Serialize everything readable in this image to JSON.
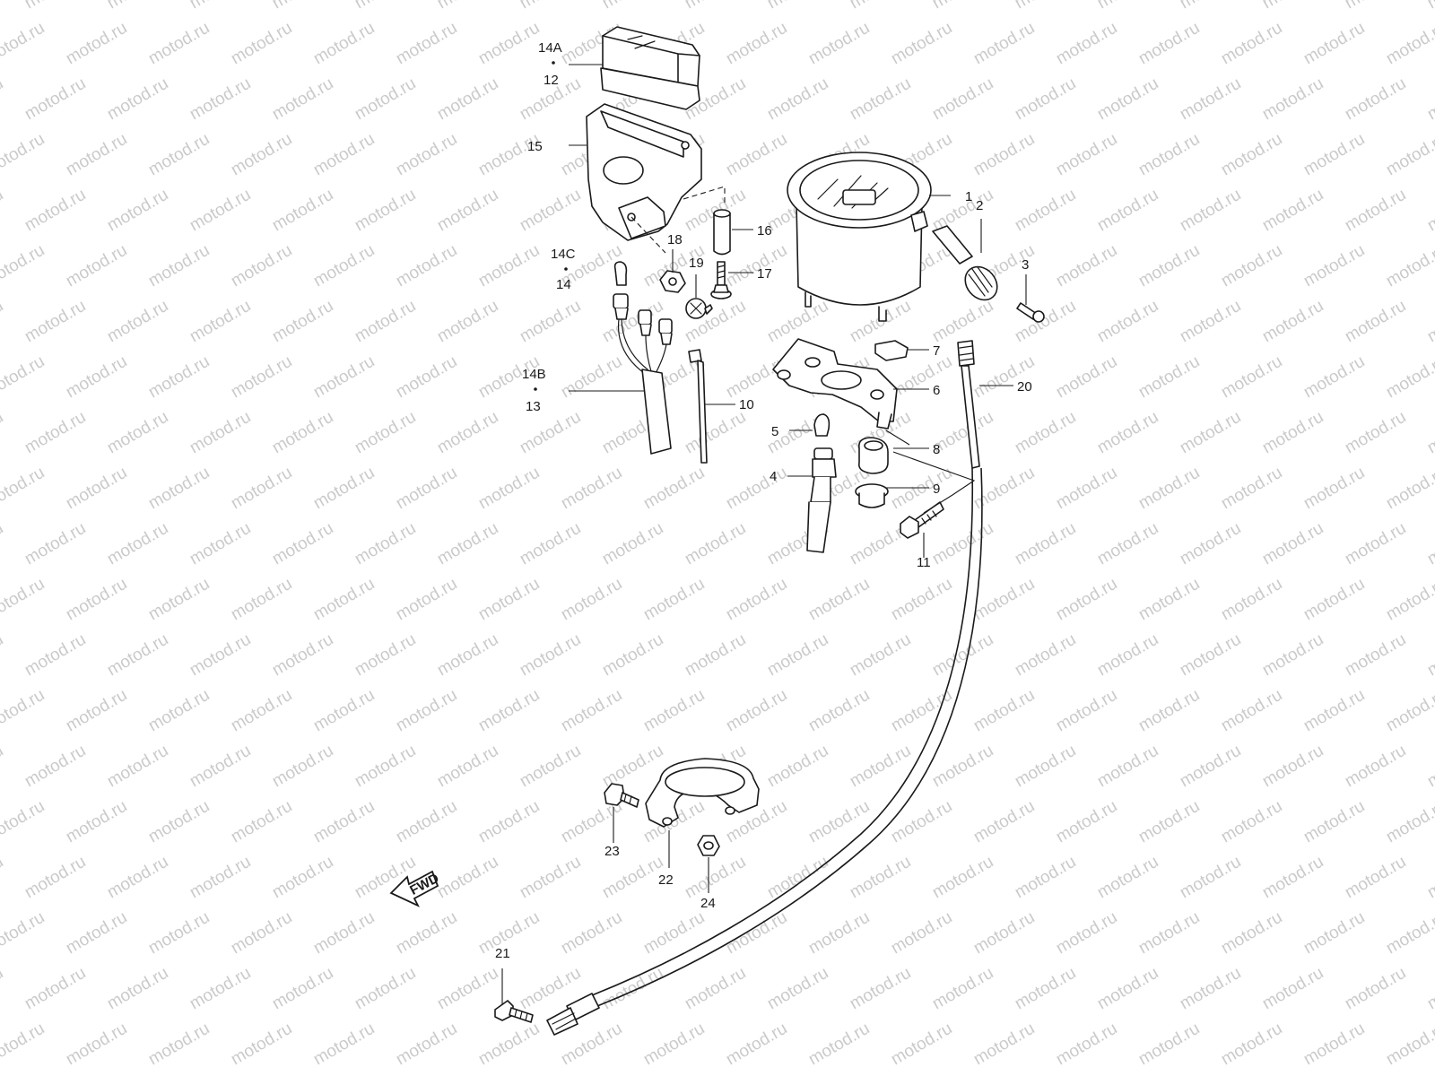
{
  "watermark": "motod.ru",
  "fwd_label": "FWD",
  "callouts": [
    {
      "id": "1",
      "text": "1"
    },
    {
      "id": "2",
      "text": "2"
    },
    {
      "id": "3",
      "text": "3"
    },
    {
      "id": "4",
      "text": "4"
    },
    {
      "id": "5",
      "text": "5"
    },
    {
      "id": "6",
      "text": "6"
    },
    {
      "id": "7",
      "text": "7"
    },
    {
      "id": "8",
      "text": "8"
    },
    {
      "id": "9",
      "text": "9"
    },
    {
      "id": "10",
      "text": "10"
    },
    {
      "id": "11",
      "text": "11"
    },
    {
      "id": "12",
      "text": "12"
    },
    {
      "id": "13",
      "text": "13"
    },
    {
      "id": "14",
      "text": "14"
    },
    {
      "id": "14A",
      "text": "14A"
    },
    {
      "id": "14B",
      "text": "14B"
    },
    {
      "id": "14C",
      "text": "14C"
    },
    {
      "id": "15",
      "text": "15"
    },
    {
      "id": "16",
      "text": "16"
    },
    {
      "id": "17",
      "text": "17"
    },
    {
      "id": "18",
      "text": "18"
    },
    {
      "id": "19",
      "text": "19"
    },
    {
      "id": "20",
      "text": "20"
    },
    {
      "id": "21",
      "text": "21"
    },
    {
      "id": "22",
      "text": "22"
    },
    {
      "id": "23",
      "text": "23"
    },
    {
      "id": "24",
      "text": "24"
    }
  ]
}
